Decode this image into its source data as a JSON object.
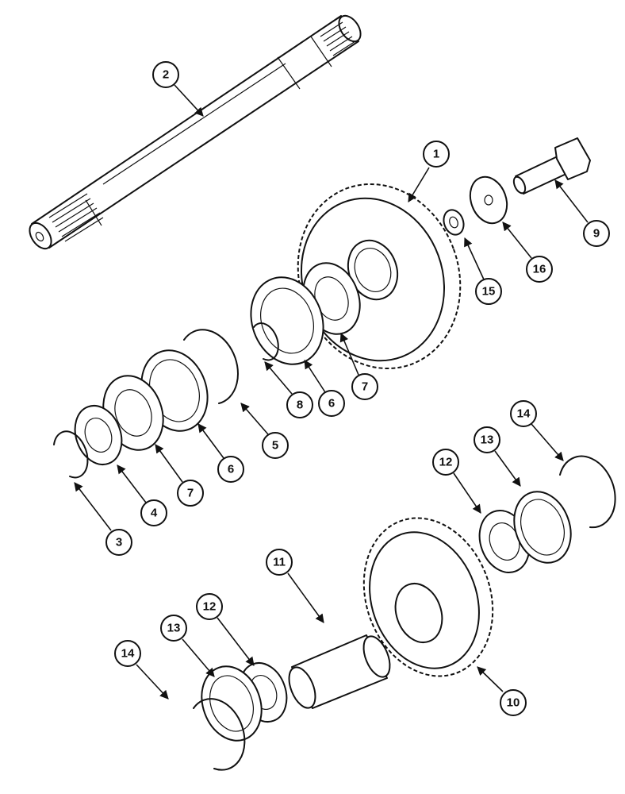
{
  "diagram": {
    "callouts": [
      {
        "id": "c1",
        "label": "1"
      },
      {
        "id": "c2",
        "label": "2"
      },
      {
        "id": "c3",
        "label": "3"
      },
      {
        "id": "c4",
        "label": "4"
      },
      {
        "id": "c5",
        "label": "5"
      },
      {
        "id": "c6a",
        "label": "6"
      },
      {
        "id": "c6b",
        "label": "6"
      },
      {
        "id": "c7a",
        "label": "7"
      },
      {
        "id": "c7b",
        "label": "7"
      },
      {
        "id": "c8",
        "label": "8"
      },
      {
        "id": "c9",
        "label": "9"
      },
      {
        "id": "c10",
        "label": "10"
      },
      {
        "id": "c11",
        "label": "11"
      },
      {
        "id": "c12a",
        "label": "12"
      },
      {
        "id": "c12b",
        "label": "12"
      },
      {
        "id": "c13a",
        "label": "13"
      },
      {
        "id": "c13b",
        "label": "13"
      },
      {
        "id": "c14a",
        "label": "14"
      },
      {
        "id": "c14b",
        "label": "14"
      },
      {
        "id": "c15",
        "label": "15"
      },
      {
        "id": "c16",
        "label": "16"
      }
    ]
  }
}
